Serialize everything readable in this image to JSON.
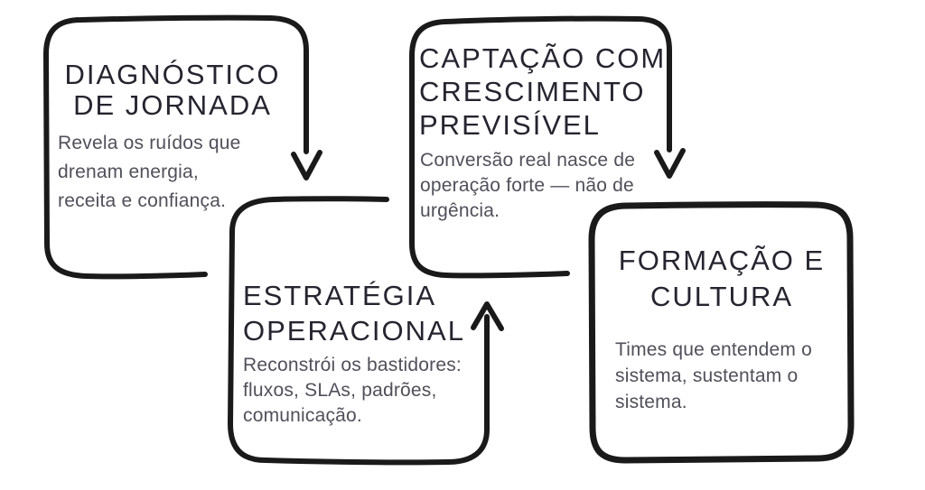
{
  "colors": {
    "outline": "#1a1a1a",
    "heading_text": "#26242f",
    "body_text": "#50505a",
    "background": "#ffffff"
  },
  "diagram": {
    "boxes": [
      {
        "id": "diagnostico-de-jornada",
        "title_lines": [
          "DIAGNÓSTICO",
          "DE JORNADA"
        ],
        "body_lines": [
          "Revela os ruídos que",
          "drenam energia,",
          "receita e confiança."
        ]
      },
      {
        "id": "captacao-com-crescimento-previsivel",
        "title_lines": [
          "CAPTAÇÃO COM",
          "CRESCIMENTO",
          "PREVISÍVEL"
        ],
        "body_lines": [
          "Conversão real nasce de",
          "operação forte — não de",
          "urgência."
        ]
      },
      {
        "id": "estrategia-operacional",
        "title_lines": [
          "ESTRATÉGIA",
          "OPERACIONAL"
        ],
        "body_lines": [
          "Reconstrói os bastidores:",
          "fluxos, SLAs, padrões,",
          "comunicação."
        ]
      },
      {
        "id": "formacao-e-cultura",
        "title_lines": [
          "FORMAÇÃO E",
          "CULTURA"
        ],
        "body_lines": [
          "Times que entendem o",
          "sistema, sustentam o",
          "sistema."
        ]
      }
    ],
    "connections": [
      {
        "from": "diagnostico-de-jornada",
        "to": "estrategia-operacional",
        "direction": "down"
      },
      {
        "from": "captacao-com-crescimento-previsivel",
        "to": "formacao-e-cultura",
        "direction": "down"
      },
      {
        "from": "estrategia-operacional",
        "to": "captacao-com-crescimento-previsivel",
        "direction": "up"
      }
    ]
  }
}
